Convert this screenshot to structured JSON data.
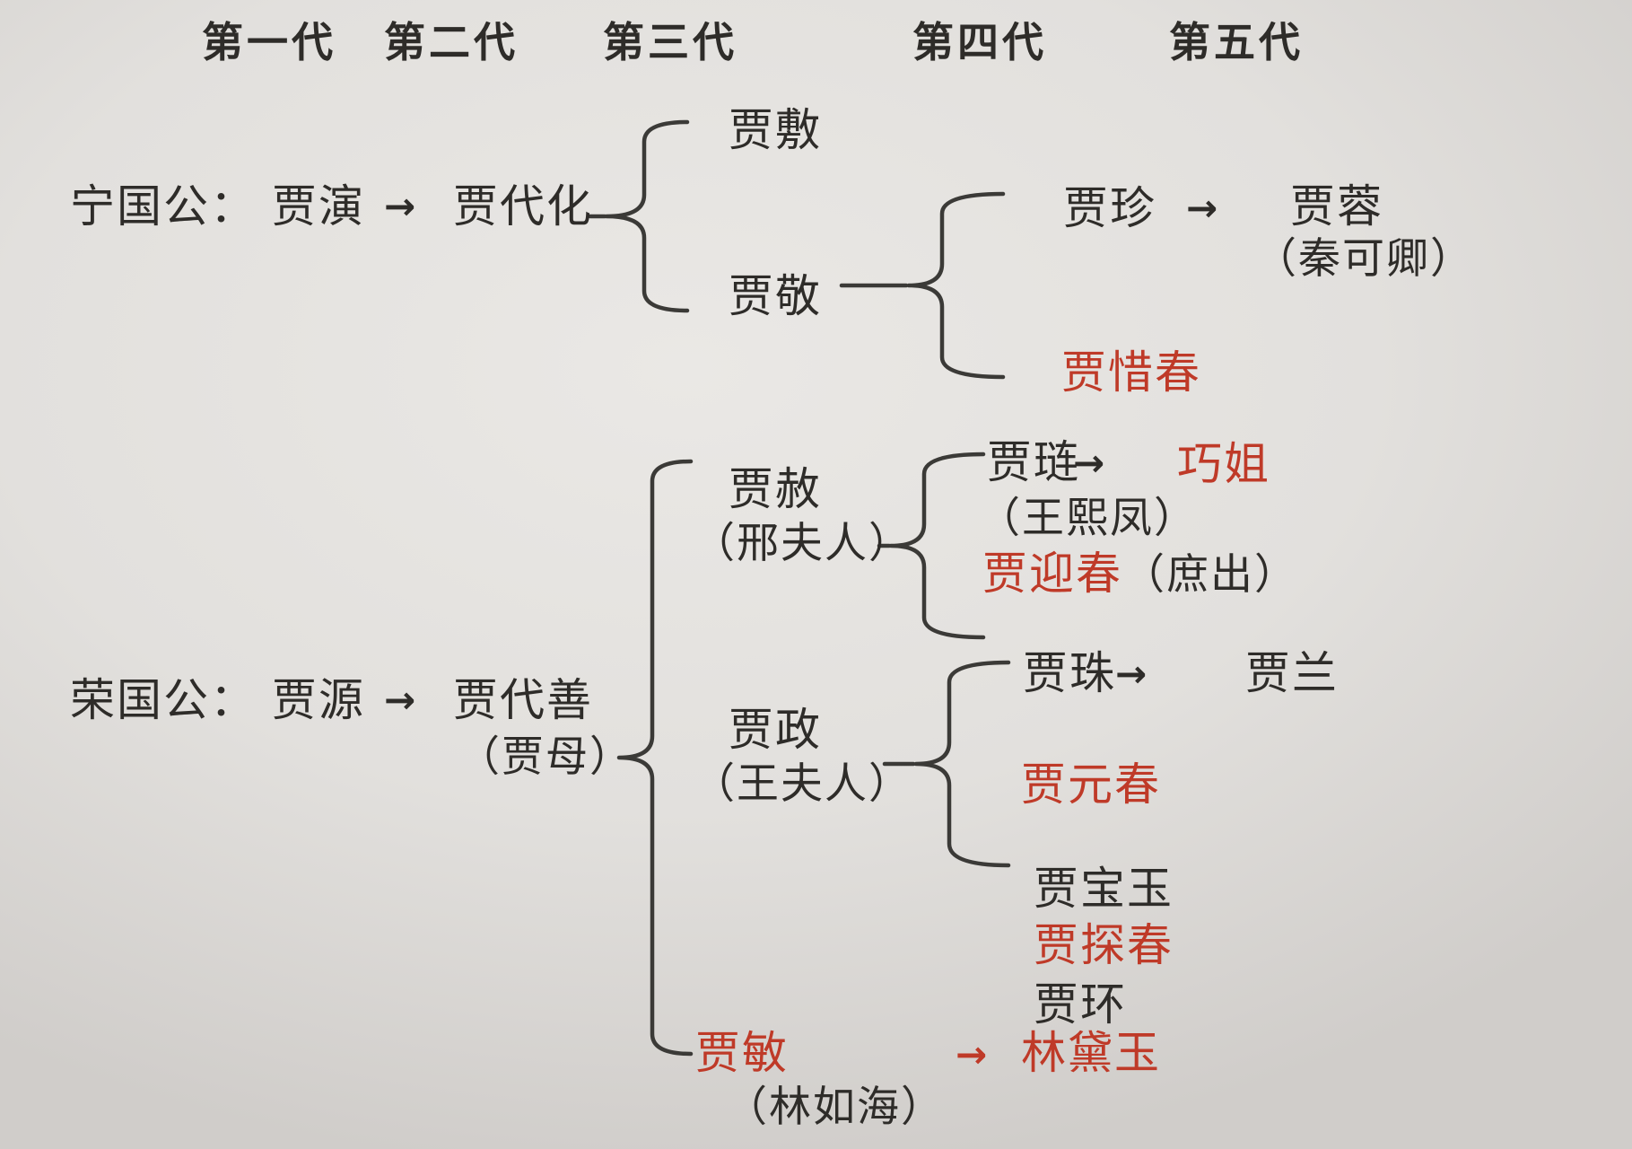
{
  "colors": {
    "text": "#2e2c29",
    "red_highlight": "#bf3a28",
    "line": "#3b3a37",
    "background_center": "#eae8e5",
    "background_edge": "#d0cdca"
  },
  "labels": {
    "arrow": "→"
  },
  "generation_headers": [
    "第一代",
    "第二代",
    "第三代",
    "第四代",
    "第五代"
  ],
  "tree": {
    "ning": {
      "prefix": "宁国公：",
      "founder": "贾演",
      "gen2": "贾代化",
      "sons": {
        "jia_fu": "贾敷",
        "jia_jing": "贾敬"
      },
      "jia_jing_children": {
        "jia_zhen": "贾珍",
        "jia_zhen_son": "贾蓉",
        "jia_rong_wife": "（秦可卿）",
        "jia_xichun": "贾惜春"
      }
    },
    "rong": {
      "prefix": "荣国公：",
      "founder": "贾源",
      "gen2": "贾代善",
      "gen2_wife": "（贾母）",
      "children": {
        "jia_she": "贾赦",
        "jia_she_wife": "（邢夫人）",
        "jia_zheng": "贾政",
        "jia_zheng_wife": "（王夫人）",
        "jia_min": "贾敏",
        "jia_min_husband": "（林如海）"
      },
      "jia_she_children": {
        "jia_lian": "贾琏",
        "jia_lian_wife": "（王熙凤）",
        "jia_lian_daughter": "巧姐",
        "jia_yingchun": "贾迎春",
        "jia_yingchun_note": "（庶出）"
      },
      "jia_zheng_children": {
        "jia_zhu": "贾珠",
        "jia_zhu_son": "贾兰",
        "jia_yuanchun": "贾元春",
        "jia_baoyu": "贾宝玉",
        "jia_tanchun": "贾探春",
        "jia_huan": "贾环"
      },
      "jia_min_daughter": "林黛玉"
    }
  },
  "red_names": [
    "贾惜春",
    "巧姐",
    "贾迎春",
    "贾元春",
    "贾探春",
    "贾敏",
    "林黛玉"
  ]
}
